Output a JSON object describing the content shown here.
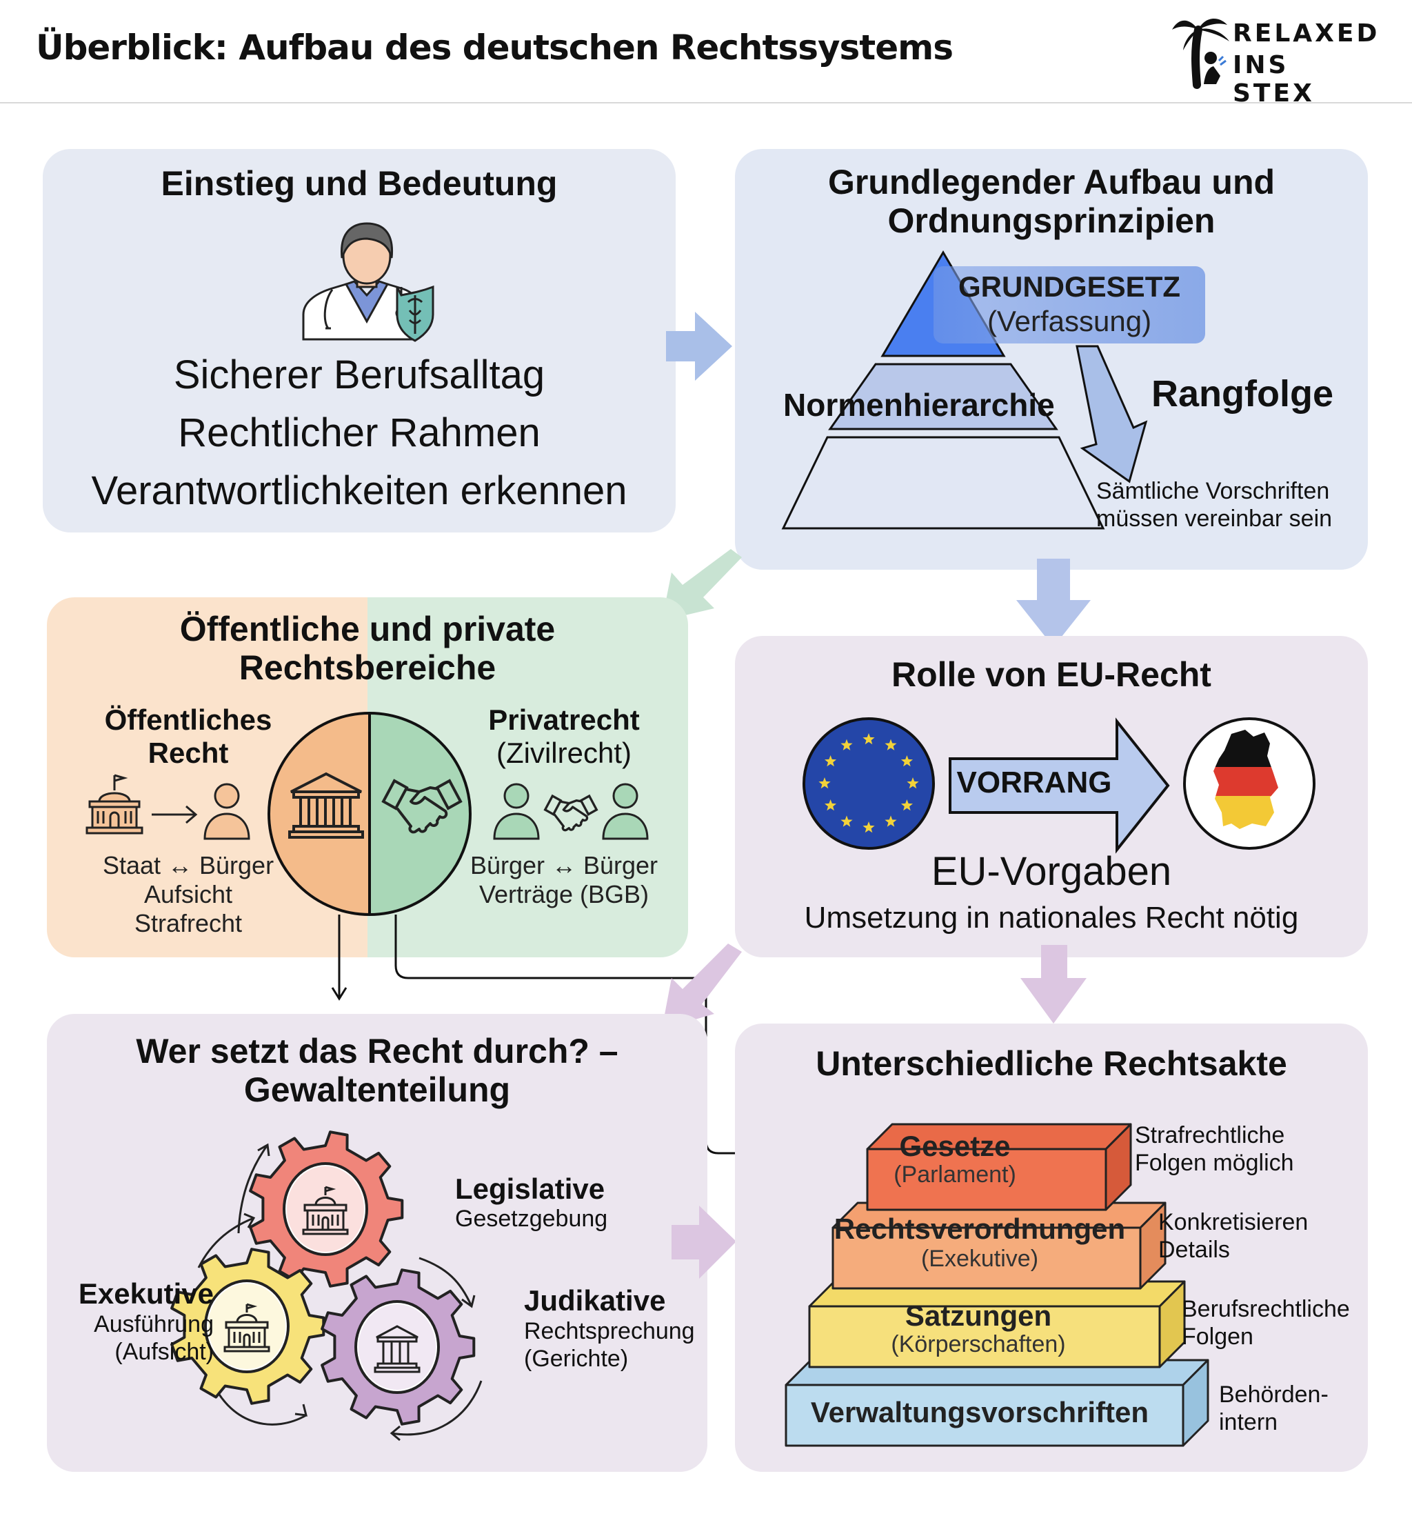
{
  "header": {
    "title": "Überblick: Aufbau des deutschen Rechtssystems",
    "logo_line1": "RELAXED",
    "logo_line2": "INS STEX"
  },
  "colors": {
    "panel_blue": "#e4e9f4",
    "panel_lilac": "#ece6ef",
    "orange_bg": "#fbe3cc",
    "green_bg": "#d8ecdd",
    "arrow_blue": "#a9bfe8",
    "arrow_green": "#c8e3d2",
    "arrow_lilac": "#dcc6e1",
    "pyramid_top": "#4a7ff0",
    "pyramid_mid": "#b4c5ea",
    "pyramid_bottom": "#dfe6f4",
    "gesetze": "#ef7350",
    "rechtsverordnungen": "#f5ac7c",
    "satzungen": "#f6e07c",
    "verwaltungsvorschriften": "#bcdcef"
  },
  "panel_intro": {
    "title": "Einstieg und Bedeutung",
    "icon": "doctor-with-shield-icon",
    "lines": [
      "Sicherer Berufsalltag",
      "Rechtlicher Rahmen",
      "Verantwortlichkeiten erkennen"
    ]
  },
  "panel_structure": {
    "title_line1": "Grundlegender Aufbau und",
    "title_line2": "Ordnungsprinzipien",
    "callout_title": "GRUNDGESETZ",
    "callout_sub": "(Verfassung)",
    "pyramid_label": "Normenhierarchie",
    "arrow_label": "Rangfolge",
    "note_line1": "Sämtliche Vorschriften",
    "note_line2": "müssen vereinbar sein"
  },
  "panel_areas": {
    "title_line1": "Öffentliche und private",
    "title_line2": "Rechtsbereiche",
    "public": {
      "title_line1": "Öffentliches",
      "title_line2": "Recht",
      "icons": [
        "government-building-icon",
        "arrow-right-icon",
        "person-icon"
      ],
      "lines": [
        "Staat ↔ Bürger",
        "Aufsicht",
        "Strafrecht"
      ]
    },
    "private": {
      "title_line1": "Privatrecht",
      "title_line2": "(Zivilrecht)",
      "icons": [
        "person-icon",
        "handshake-icon",
        "person-icon"
      ],
      "lines": [
        "Bürger ↔ Bürger",
        "Verträge (BGB)"
      ]
    },
    "circle_icons": [
      "courthouse-icon",
      "handshake-icon"
    ]
  },
  "panel_eu": {
    "title": "Rolle von EU-Recht",
    "arrow_label": "VORRANG",
    "icons": [
      "eu-flag-icon",
      "germany-map-icon"
    ],
    "heading": "EU-Vorgaben",
    "subline": "Umsetzung in nationales Recht nötig"
  },
  "panel_powers": {
    "title_line1": "Wer setzt das Recht durch? –",
    "title_line2": "Gewaltenteilung",
    "branches": [
      {
        "name": "Legislative",
        "line1": "Gesetzgebung",
        "line2": "",
        "color": "#f0857a"
      },
      {
        "name": "Exekutive",
        "line1": "Ausführung",
        "line2": "(Aufsicht)",
        "color": "#f7e27a"
      },
      {
        "name": "Judikative",
        "line1": "Rechtsprechung",
        "line2": "(Gerichte)",
        "color": "#c7a5cf"
      }
    ]
  },
  "panel_acts": {
    "title": "Unterschiedliche Rechtsakte",
    "levels": [
      {
        "name": "Gesetze",
        "sub": "(Parlament)",
        "note_line1": "Strafrechtliche",
        "note_line2": "Folgen möglich"
      },
      {
        "name": "Rechtsverordnungen",
        "sub": "(Exekutive)",
        "note_line1": "Konkretisieren",
        "note_line2": "Details"
      },
      {
        "name": "Satzungen",
        "sub": "(Körperschaften)",
        "note_line1": "Berufsrechtliche",
        "note_line2": "Folgen"
      },
      {
        "name": "Verwaltungsvorschriften",
        "sub": "",
        "note_line1": "Behörden-",
        "note_line2": "intern"
      }
    ]
  }
}
